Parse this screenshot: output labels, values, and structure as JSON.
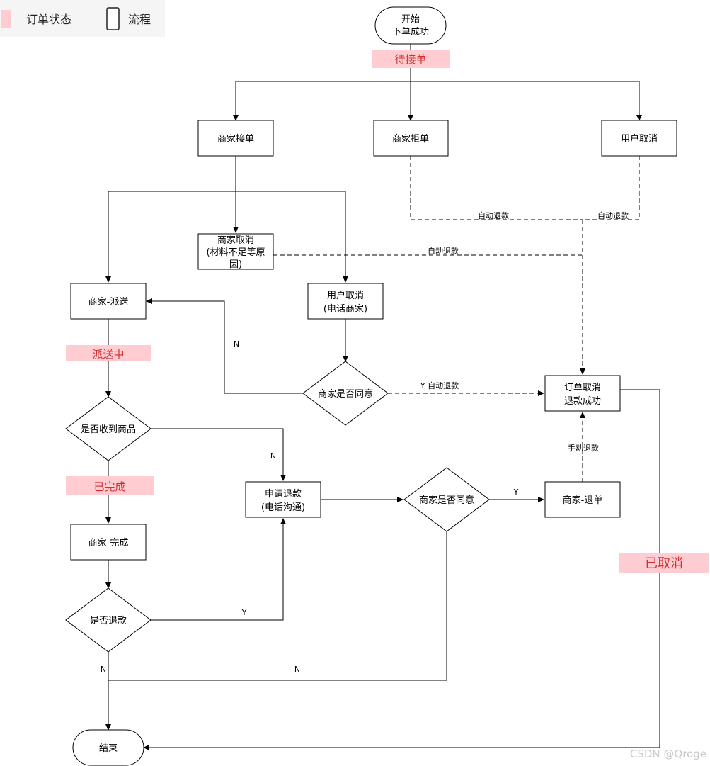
{
  "legend": {
    "order_status": "订单状态",
    "process": "流程"
  },
  "nodes": {
    "start": [
      "开始",
      "下单成功"
    ],
    "merchant_accept": [
      "商家接单"
    ],
    "merchant_reject": [
      "商家拒单"
    ],
    "user_cancel_top": [
      "用户取消"
    ],
    "merchant_cancel": [
      "商家取消",
      "(材料不足等原",
      "因)"
    ],
    "user_cancel_phone": [
      "用户取消",
      "(电话商家)"
    ],
    "merchant_deliver": [
      "商家-派送"
    ],
    "decision_agree_1": [
      "商家是否同意"
    ],
    "order_cancelled": [
      "订单取消",
      "退款成功"
    ],
    "decision_received": [
      "是否收到商品"
    ],
    "apply_refund": [
      "申请退款",
      "(电话沟通)"
    ],
    "decision_agree_2": [
      "商家是否同意"
    ],
    "merchant_refund": [
      "商家-退单"
    ],
    "merchant_complete": [
      "商家-完成"
    ],
    "decision_refund": [
      "是否退款"
    ],
    "end": [
      "结束"
    ]
  },
  "statuses": {
    "waiting": "待接单",
    "delivering": "派送中",
    "completed": "已完成",
    "cancelled": "已取消"
  },
  "edge_labels": {
    "auto_refund_1": "自动退款",
    "auto_refund_2": "自动退款",
    "auto_refund_3": "自动退款",
    "y_auto_refund": "Y 自动退款",
    "n_1": "N",
    "n_2": "N",
    "y_1": "Y",
    "manual_refund": "手动退款",
    "y_2": "Y",
    "n_3": "N",
    "n_4": "N"
  },
  "watermark": "CSDN @Qroge",
  "colors": {
    "status_fill": "#ffccd2",
    "status_text": "#d32f2f",
    "line": "#000000"
  }
}
